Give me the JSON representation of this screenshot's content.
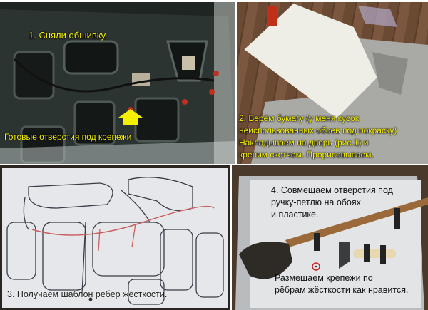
{
  "panels": [
    {
      "captions": [
        "1. Сняли обшивку.",
        "Готовые отверстия под крепежи"
      ]
    },
    {
      "captions": [
        "2. Берём бумагу (у меня кусок",
        "неиспользованных обоев под покраску)",
        "Накладываем на дверь (рис.1) и",
        "крепим скотчем. Прорисовываем."
      ]
    },
    {
      "captions": [
        "3. Получаем шаблон ребер жёсткости."
      ]
    },
    {
      "captions": [
        "4. Совмещаем отверстия под",
        "ручку-петлю на обоях",
        "и пластике.",
        "Размещаем крепежи по",
        "рёбрам жёсткости как нравится."
      ]
    }
  ],
  "colors": {
    "caption": "#f5f000",
    "marker": "#d02020"
  }
}
